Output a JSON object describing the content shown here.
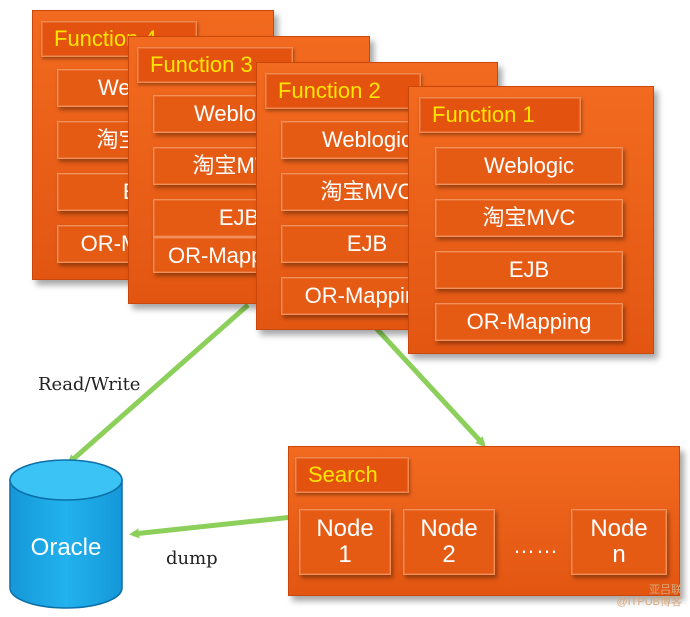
{
  "function_panels": [
    {
      "title": "Function 4",
      "items": [
        "Weblogic",
        "淘宝MVC",
        "EJB",
        "OR-Mapping"
      ]
    },
    {
      "title": "Function 3",
      "items": [
        "Weblogic",
        "淘宝MVC",
        "EJB",
        "OR-Mapping"
      ]
    },
    {
      "title": "Function 2",
      "items": [
        "Weblogic",
        "淘宝MVC",
        "EJB",
        "OR-Mapping"
      ]
    },
    {
      "title": "Function 1",
      "items": [
        "Weblogic",
        "淘宝MVC",
        "EJB",
        "OR-Mapping"
      ]
    }
  ],
  "search": {
    "title": "Search",
    "nodes": [
      {
        "line1": "Node",
        "line2": "1"
      },
      {
        "line1": "Node",
        "line2": "2"
      },
      {
        "line1": "Node",
        "line2": "n"
      }
    ],
    "ellipsis": "……"
  },
  "database": {
    "label": "Oracle"
  },
  "edges": {
    "read_write": "Read/Write",
    "dump": "dump"
  },
  "watermark": {
    "line1": "亚吕联",
    "line2": "@ITPUB博客"
  },
  "colors": {
    "panel": "#e85a15",
    "title_text": "#ffe600",
    "arrow": "#8ccf5a",
    "db_fill": "#1ca4e6"
  }
}
